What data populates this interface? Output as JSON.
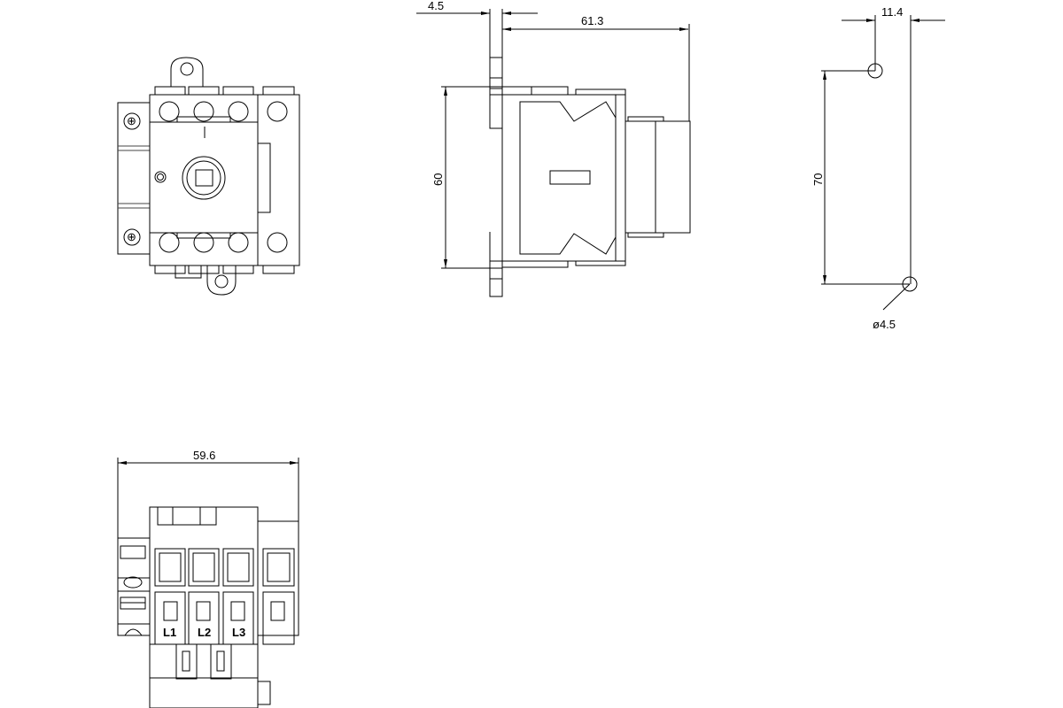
{
  "views": {
    "front": {},
    "side": {
      "dim_plate": "4.5",
      "dim_depth": "61.3",
      "dim_height": "60"
    },
    "mounting": {
      "dim_offset": "11.4",
      "dim_spacing": "70",
      "dim_hole": "ø4.5"
    },
    "bottom": {
      "dim_width": "59.6",
      "terminal_labels": [
        "L1",
        "L2",
        "L3"
      ]
    }
  },
  "colors": {
    "line": "#000000",
    "background": "#ffffff"
  }
}
